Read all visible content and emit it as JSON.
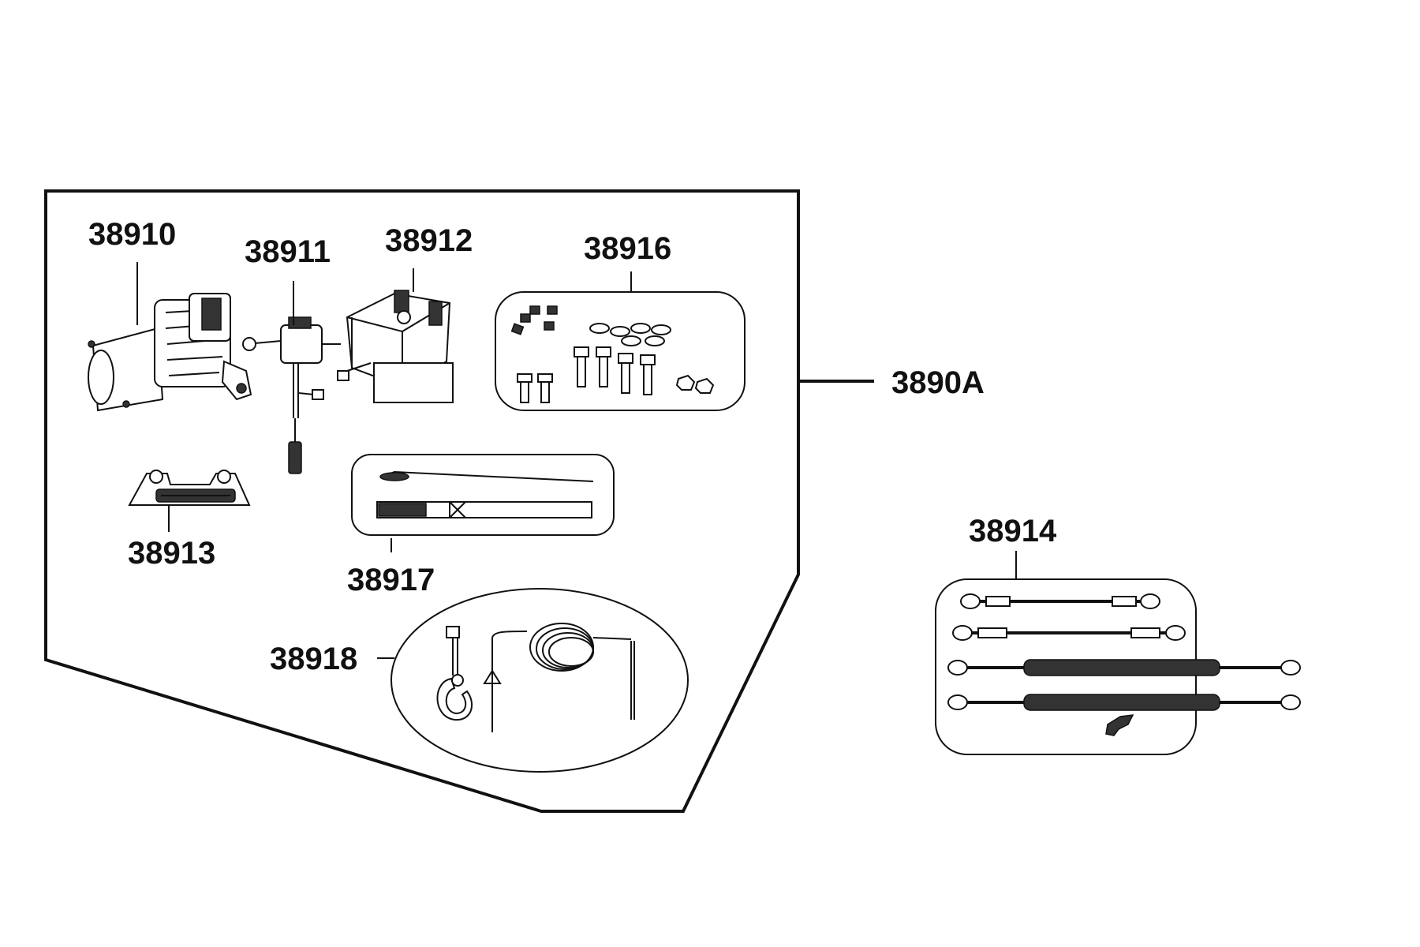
{
  "assembly": {
    "part_number": "3890A"
  },
  "parts": {
    "winch": "38910",
    "wire_harness": "38911",
    "solenoid": "38912",
    "fairlead": "38913",
    "cable_set": "38914",
    "hardware_kit": "38916",
    "label_kit": "38917",
    "hook_rope": "38918"
  }
}
